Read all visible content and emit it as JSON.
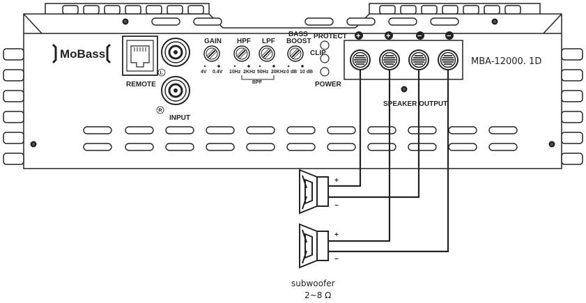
{
  "brand": {
    "logo_text": "MoBass"
  },
  "model": "MBA-12000. 1D",
  "labels": {
    "remote": "REMOTE",
    "input": "INPUT",
    "input_left": "L",
    "input_right": "R",
    "gain": "GAIN",
    "hpf": "HPF",
    "lpf": "LPF",
    "bass": "BASS",
    "boost": "BOOST",
    "protect": "PROTECT",
    "clip": "CLIP",
    "power": "POWER",
    "speaker_output": "SPEAKER OUTPUT",
    "bpf": "BPF",
    "gain_min": "4V",
    "gain_max": "0.4V",
    "hpf_min": "10Hz",
    "hpf_max": "2KHz",
    "lpf_min": "50Hz",
    "lpf_max": "20KHz",
    "boost_min": "0 dB",
    "boost_max": "10 dB",
    "terminal_pos": "+",
    "terminal_neg": "−",
    "wire_pos": "+",
    "wire_neg": "−"
  },
  "subwoofer": {
    "label": "subwoofer",
    "impedance": "2~8 Ω"
  },
  "colors": {
    "line": "#222222",
    "fill": "#ffffff"
  }
}
